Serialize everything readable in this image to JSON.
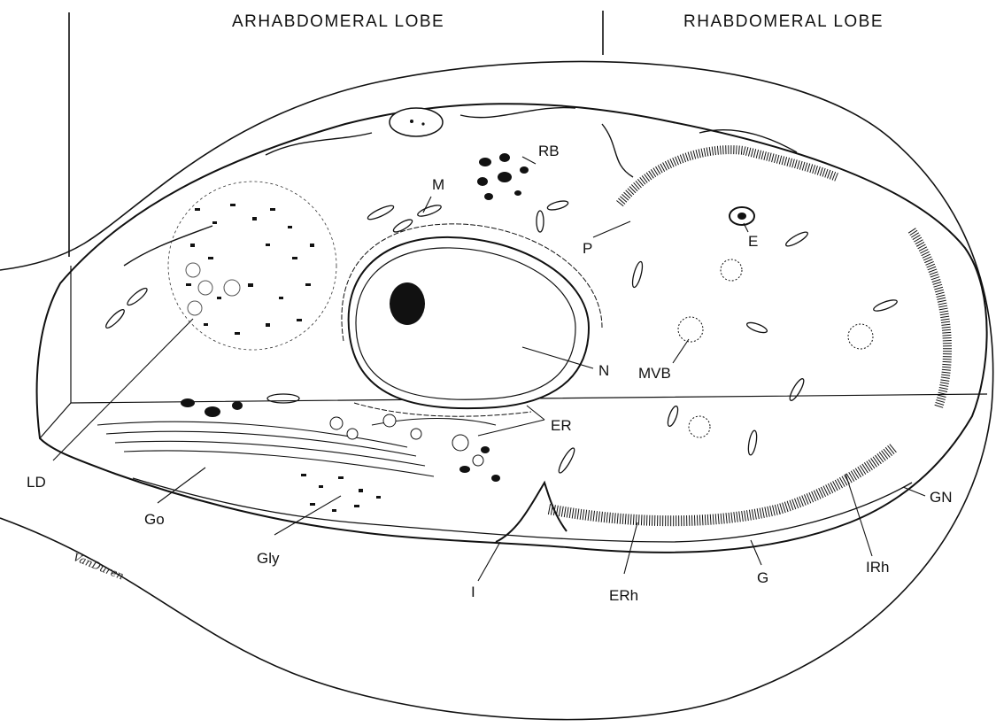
{
  "headers": {
    "left": "ARHABDOMERAL LOBE",
    "right": "RHABDOMERAL LOBE"
  },
  "labels": {
    "rb": "RB",
    "m": "M",
    "p": "P",
    "e": "E",
    "n": "N",
    "mvb": "MVB",
    "er": "ER",
    "ld": "LD",
    "go": "Go",
    "gly": "Gly",
    "i": "I",
    "erh": "ERh",
    "g": "G",
    "irh": "IRh",
    "gn": "GN"
  },
  "signature": "VanDuren",
  "colors": {
    "ink": "#111111",
    "paper": "#ffffff"
  }
}
